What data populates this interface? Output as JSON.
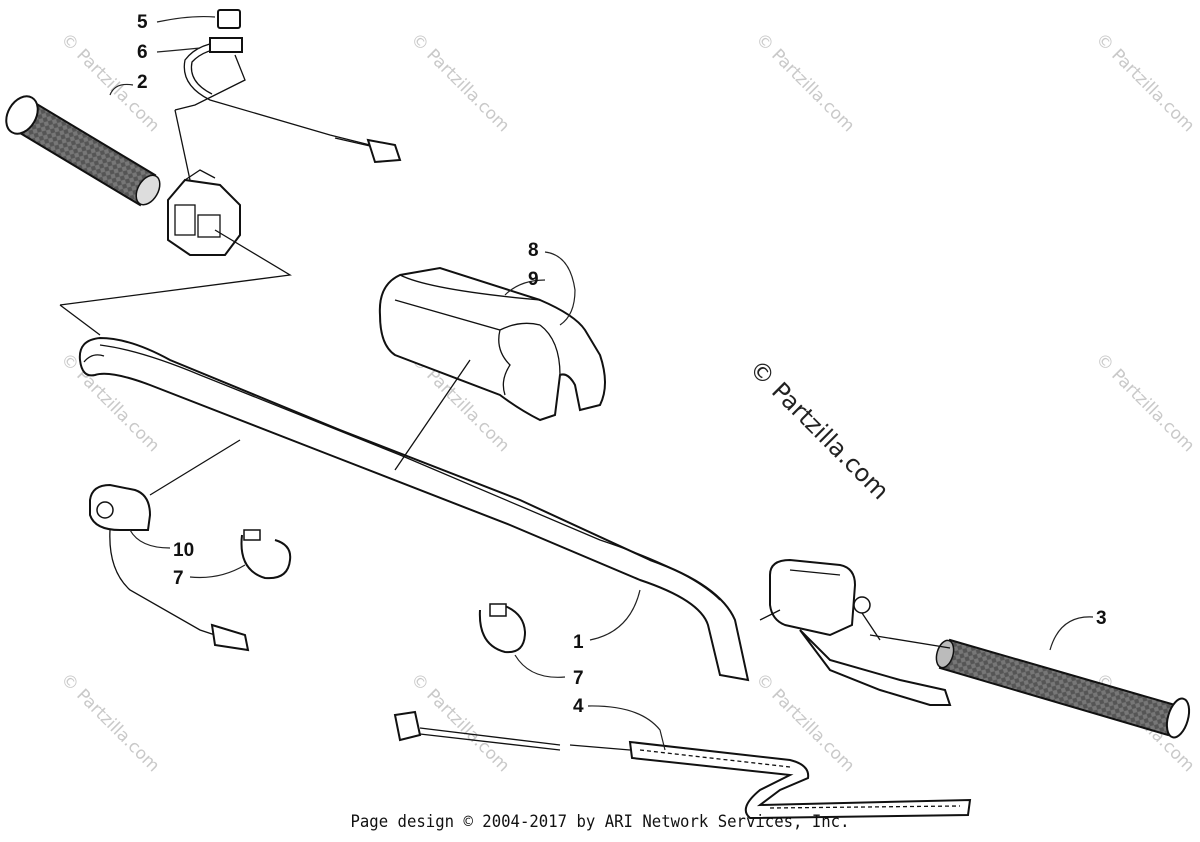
{
  "callouts": [
    {
      "id": "1",
      "label": "1"
    },
    {
      "id": "2",
      "label": "2"
    },
    {
      "id": "3",
      "label": "3"
    },
    {
      "id": "4",
      "label": "4"
    },
    {
      "id": "5",
      "label": "5"
    },
    {
      "id": "6",
      "label": "6"
    },
    {
      "id": "7a",
      "label": "7"
    },
    {
      "id": "7b",
      "label": "7"
    },
    {
      "id": "8",
      "label": "8"
    },
    {
      "id": "9",
      "label": "9"
    },
    {
      "id": "10",
      "label": "10"
    }
  ],
  "watermark": {
    "small": "© Partzilla.com",
    "large": "© Partzilla.com"
  },
  "footer": {
    "text": "Page design © 2004-2017 by ARI Network Services, Inc."
  }
}
